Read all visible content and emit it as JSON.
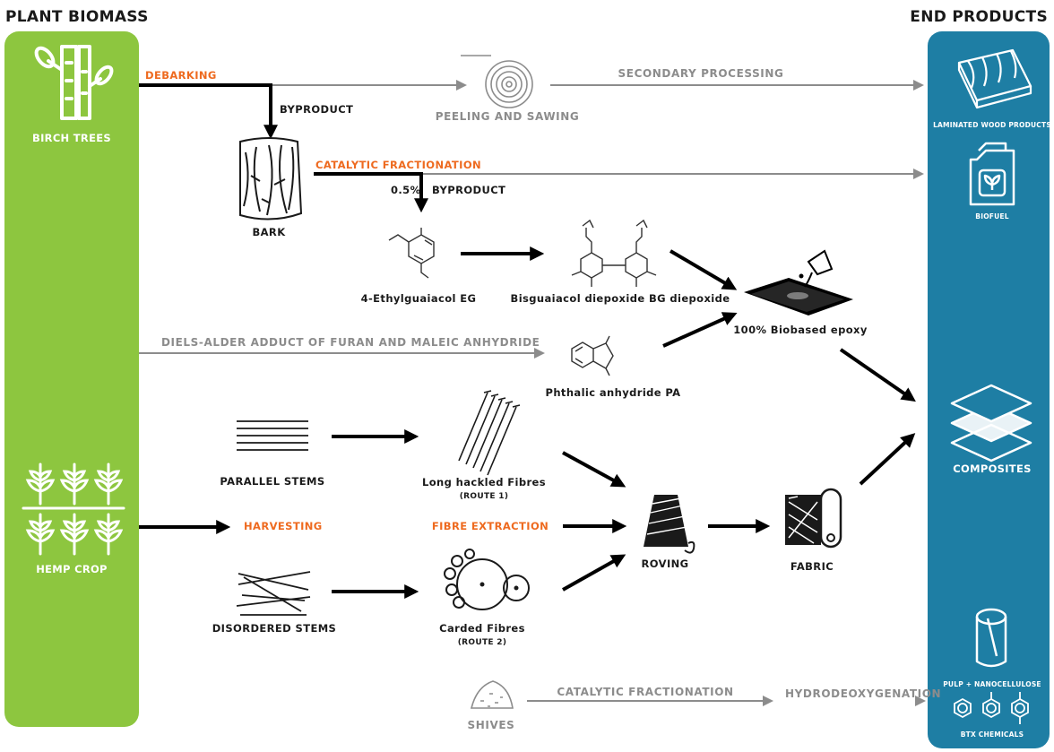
{
  "headers": {
    "left": "Plant Biomass",
    "right": "End Products"
  },
  "sources": {
    "birch": "Birch Trees",
    "hemp": "Hemp Crop"
  },
  "end_products": {
    "laminated": "Laminated wood products",
    "biofuel": "Biofuel",
    "composites": "Composites",
    "pulp": "Pulp + Nanocellulose",
    "btx": "BTX chemicals"
  },
  "process_labels": {
    "debarking": "Debarking",
    "byproduct_1": "Byproduct",
    "peeling": "Peeling and sawing",
    "secondary": "Secondary Processing",
    "bark": "Bark",
    "catalytic_1": "Catalytic fractionation",
    "percent": "0.5%",
    "byproduct_2": "Byproduct",
    "eg": "4-Ethylguaiacol EG",
    "bg": "Bisguaiacol diepoxide BG diepoxide",
    "epoxy": "100% Biobased epoxy",
    "diels": "Diels-Alder adduct of furan and maleic anhydride",
    "pa": "Phthalic anhydride PA",
    "parallel": "Parallel stems",
    "long_fibres": "Long hackled Fibres",
    "route1": "(route 1)",
    "harvesting": "Harvesting",
    "fibre_extraction": "Fibre extraction",
    "roving": "Roving",
    "fabric": "Fabric",
    "disordered": "Disordered stems",
    "carded": "Carded Fibres",
    "route2": "(route 2)",
    "shives": "Shives",
    "catalytic_2": "Catalytic fractionation",
    "hdo": "Hydrodeoxygenation"
  },
  "colors": {
    "green_panel": "#8dc63f",
    "blue_panel": "#1e7ea4",
    "orange_text": "#ee6a1f",
    "gray_arrow": "#8c8c8c",
    "black_arrow": "#000000"
  }
}
